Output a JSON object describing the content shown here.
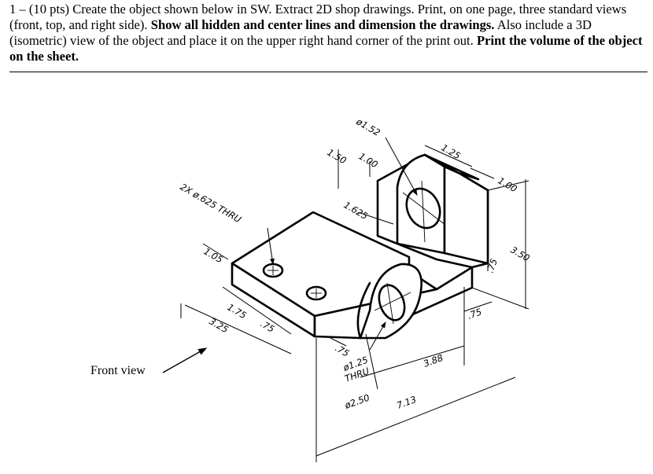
{
  "problem": {
    "lead": "1 – (10 pts) Create the object shown below in SW. Extract 2D shop drawings. Print, on one page, three standard views (front, top, and right side).",
    "bold1": "Show all hidden and center lines and dimension the drawings.",
    "mid": "Also include a 3D (isometric) view of the object and place it on the upper right hand corner of the print out.",
    "bold2": "Print the volume of the object on the sheet."
  },
  "front_view_label": "Front view",
  "dimensions": {
    "top_hole_dia": "ø1.52",
    "d150": "1.50",
    "d100_top": "1.00",
    "d125": "1.25",
    "d100_right": "1.00",
    "d1625": "1.625",
    "holes_note": "2X ø.625 THRU",
    "d105": "1.05",
    "d175": "1.75",
    "d075_left": ".75",
    "d325": "3.25",
    "d075_front": ".75",
    "boss_hole": "ø1.25",
    "boss_thru": "THRU",
    "boss_dia": "ø2.50",
    "d388": "3.88",
    "d713": "7.13",
    "d075_bottom": ".75",
    "d075_right": ".75",
    "d350": "3.50"
  }
}
